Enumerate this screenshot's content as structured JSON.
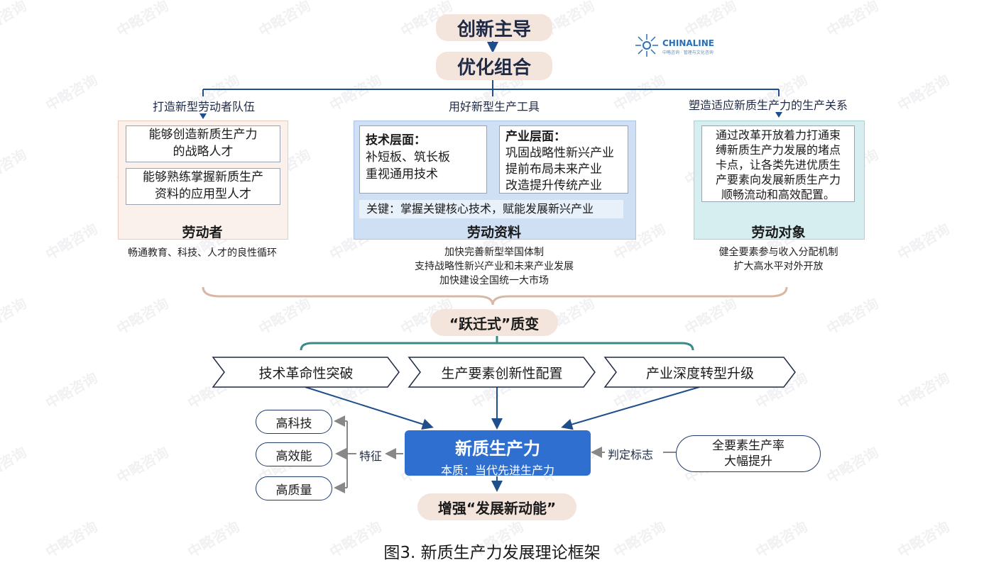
{
  "top": {
    "pill1": "创新主导",
    "pill2": "优化组合"
  },
  "logo": {
    "name": "CHINALINE",
    "sub": "中略咨询 · 管理与文化咨询"
  },
  "branches": {
    "left": "打造新型劳动者队伍",
    "middle": "用好新型生产工具",
    "right": "塑造适应新质生产力的生产关系"
  },
  "left_panel": {
    "box1": "能够创造新质生产力的战略人才",
    "box1_l1": "能够创造新质生产力",
    "box1_l2": "的战略人才",
    "box2_l1": "能够熟练掌握新质生产",
    "box2_l2": "资料的应用型人才",
    "title": "劳动者",
    "note": "畅通教育、科技、人才的良性循环"
  },
  "middle_panel": {
    "tech_head": "技术层面：",
    "tech_l1": "补短板、筑长板",
    "tech_l2": "重视通用技术",
    "ind_head": "产业层面：",
    "ind_l1": "巩固战略性新兴产业",
    "ind_l2": "提前布局未来产业",
    "ind_l3": "改造提升传统产业",
    "key": "关键：掌握关键核心技术，赋能发展新兴产业",
    "title": "劳动资料",
    "note_l1": "加快完善新型举国体制",
    "note_l2": "支持战略性新兴产业和未来产业发展",
    "note_l3": "加快建设全国统一大市场"
  },
  "right_panel": {
    "l1": "通过改革开放着力打通束",
    "l2": "缚新质生产力发展的堵点",
    "l3": "卡点，让各类先进优质生",
    "l4": "产要素向发展新质生产力",
    "l5": "顺畅流动和高效配置。",
    "title": "劳动对象",
    "note_l1": "健全要素参与收入分配机制",
    "note_l2": "扩大高水平对外开放"
  },
  "leap": "“跃迁式”质变",
  "chevrons": [
    "技术革命性突破",
    "生产要素创新性配置",
    "产业深度转型升级"
  ],
  "core": {
    "title": "新质生产力",
    "subtitle": "本质：当代先进生产力"
  },
  "features": {
    "label": "特征",
    "items": [
      "高科技",
      "高效能",
      "高质量"
    ]
  },
  "judge": {
    "label": "判定标志",
    "l1": "全要素生产率",
    "l2": "大幅提升"
  },
  "bottom": "增强“发展新动能”",
  "caption": "图3. 新质生产力发展理论框架",
  "watermark": "中略咨询",
  "colors": {
    "navy": "#1f4e8c",
    "core_blue": "#2f6fcf",
    "pill": "#f3e4dc",
    "left_panel": "#fbf1ec",
    "mid_panel": "#cfe0f5",
    "right_panel": "#d6eef0"
  }
}
